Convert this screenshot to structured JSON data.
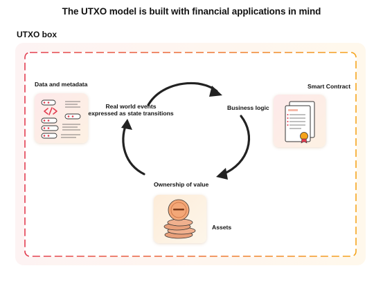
{
  "title": "The UTXO model is built with financial applications in mind",
  "box_label": "UTXO box",
  "nodes": {
    "data": "Data and metadata",
    "smart_contract": "Smart Contract",
    "real_world_line1": "Real world events",
    "real_world_line2": "expressed as state transitions",
    "business_logic": "Business logic",
    "ownership": "Ownership of value",
    "assets": "Assets"
  },
  "icons": {
    "data": "code-blocks-icon",
    "smart_contract": "document-seal-icon",
    "assets": "coin-stack-icon"
  },
  "colors": {
    "dash_red": "#e23a4e",
    "dash_orange": "#f5a31a",
    "coin": "#f3a777"
  }
}
